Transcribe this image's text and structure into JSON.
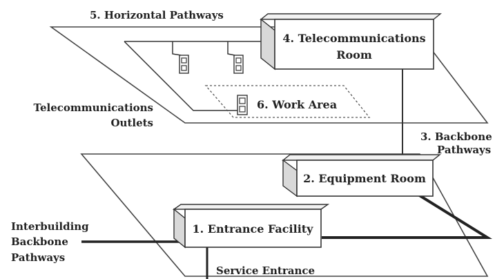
{
  "diagram": {
    "labels": {
      "horizontal_pathways": "5. Horizontal Pathways",
      "telecom_room_line1": "4. Telecommunications",
      "telecom_room_line2": "Room",
      "work_area": "6. Work Area",
      "outlets_line1": "Telecommunications",
      "outlets_line2": "Outlets",
      "backbone_line1": "3. Backbone",
      "backbone_line2": "Pathways",
      "equipment_room": "2. Equipment Room",
      "entrance_facility": "1. Entrance Facility",
      "interbuilding_line1": "Interbuilding",
      "interbuilding_line2": "Backbone",
      "interbuilding_line3": "Pathways",
      "service_entrance": "Service Entrance"
    },
    "colors": {
      "line": "#333333",
      "box_side": "#d9d9d9",
      "box_top": "#f2f2f2",
      "text": "#222222"
    }
  }
}
